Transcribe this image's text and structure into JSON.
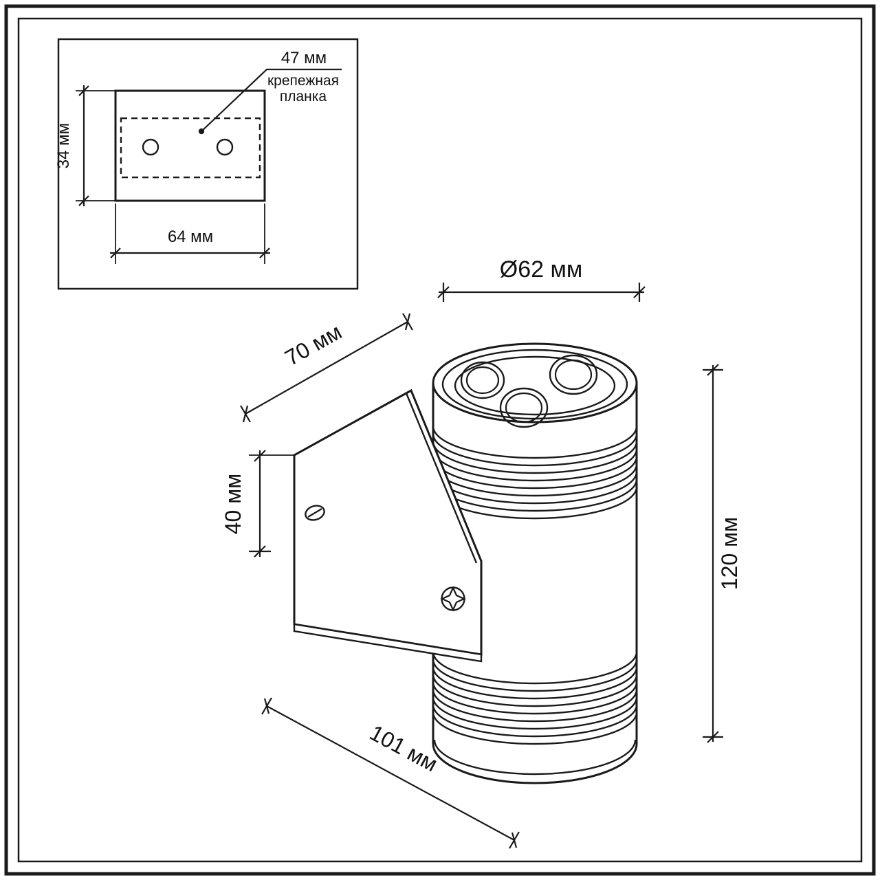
{
  "colors": {
    "line": "#1a1a1a",
    "background": "#ffffff"
  },
  "inset": {
    "bracket_width_label": "47 мм",
    "bracket_name_line1": "крепежная",
    "bracket_name_line2": "планка",
    "height_label": "34 мм",
    "width_label": "64 мм"
  },
  "main": {
    "diameter_label": "Ø62 мм",
    "depth_label": "70 мм",
    "bracket_height_label": "40 мм",
    "height_label": "120 мм",
    "total_width_label": "101 мм"
  }
}
